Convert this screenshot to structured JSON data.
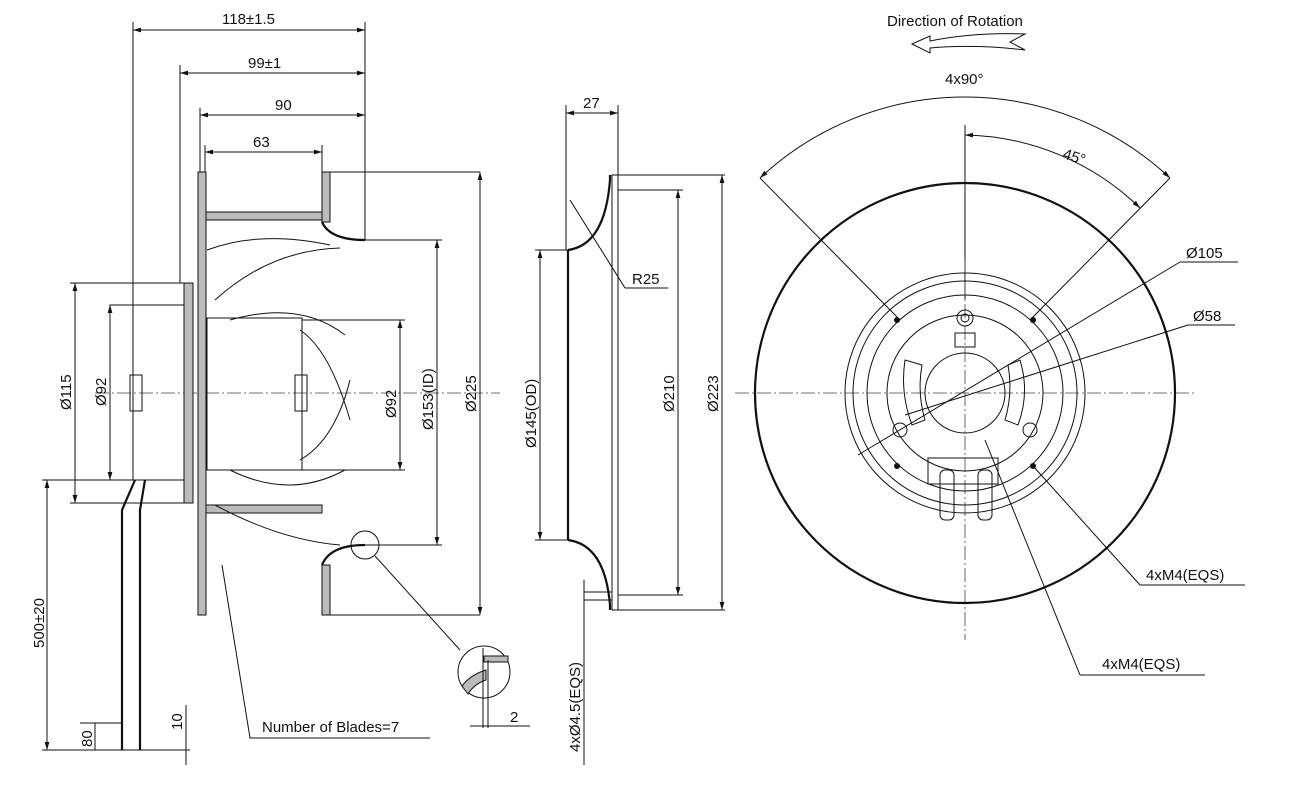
{
  "side_view": {
    "dim_overall": "118±1.5",
    "dim_99": "99±1",
    "dim_90": "90",
    "dim_63": "63",
    "dia_flange": "Ø115",
    "dia_motor": "Ø92",
    "dia_hub": "Ø92",
    "dia_inlet_id": "Ø153(ID)",
    "dia_outer": "Ø225",
    "cable_length": "500±20",
    "cable_strip": "80",
    "cable_end": "10",
    "blades_note": "Number of Blades=7",
    "detail_thickness": "2"
  },
  "inlet_ring": {
    "depth": "27",
    "radius": "R25",
    "dia_od": "Ø145(OD)",
    "dia_210": "Ø210",
    "dia_223": "Ø223",
    "holes": "4xØ4.5(EQS)"
  },
  "front_view": {
    "rotation_label": "Direction of Rotation",
    "angle_spacing": "4x90°",
    "angle_offset": "45°",
    "dia_105": "Ø105",
    "dia_58": "Ø58",
    "thread_outer": "4xM4(EQS)",
    "thread_inner": "4xM4(EQS)"
  }
}
